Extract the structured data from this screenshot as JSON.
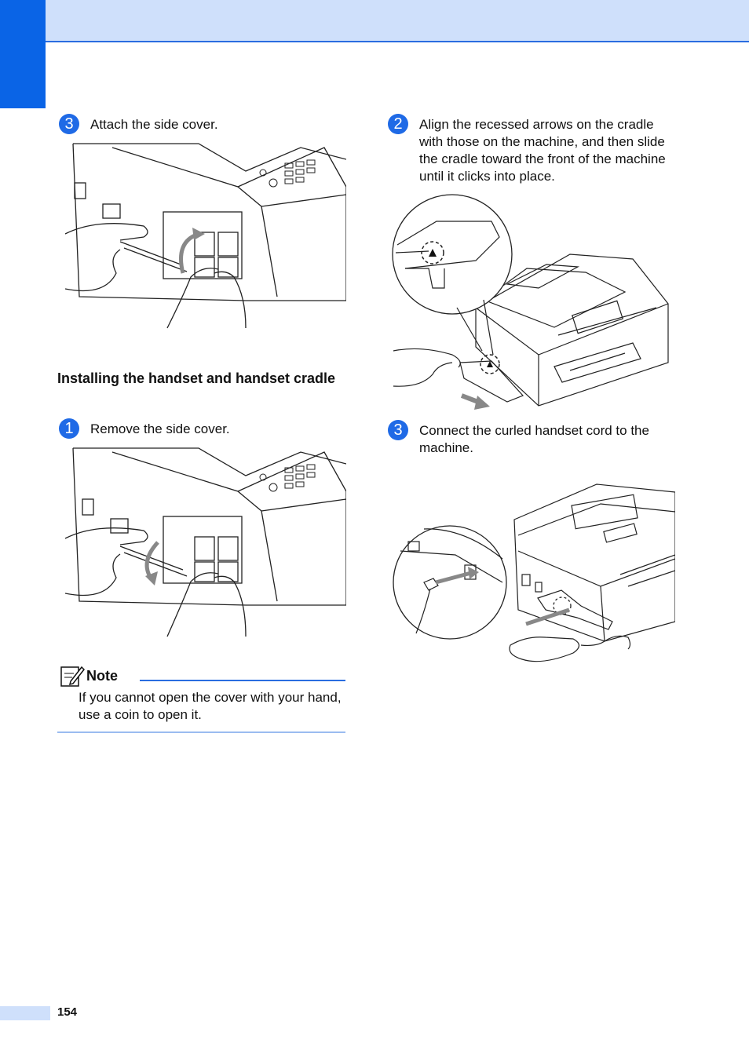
{
  "left_column": {
    "step_attach": {
      "number": "3",
      "text": "Attach the side cover."
    },
    "heading": "Installing the handset and handset cradle",
    "step_remove": {
      "number": "1",
      "text": "Remove the side cover."
    },
    "note": {
      "title": "Note",
      "text": "If you cannot open the cover with your hand, use a coin to open it."
    }
  },
  "right_column": {
    "step_align": {
      "number": "2",
      "text": "Align the recessed arrows on the cradle with those on the machine, and then slide the cradle toward the front of the machine until it clicks into place."
    },
    "step_connect": {
      "number": "3",
      "text": "Connect the curled handset cord to the machine."
    }
  },
  "footer": {
    "page_number": "154"
  },
  "colors": {
    "accent": "#0a64e6",
    "band": "#cfe0fb",
    "rule": "#2a6de0"
  }
}
